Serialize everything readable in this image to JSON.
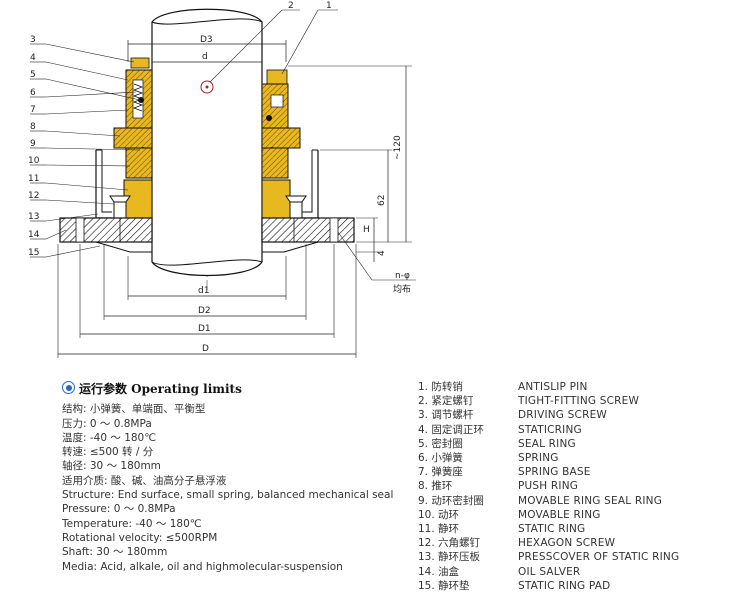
{
  "diagram": {
    "callouts": [
      "1",
      "2",
      "3",
      "4",
      "5",
      "6",
      "7",
      "8",
      "9",
      "10",
      "11",
      "12",
      "13",
      "14",
      "15"
    ],
    "dimensions": {
      "D3": "D3",
      "d": "d",
      "d1": "d1",
      "D2": "D2",
      "D1": "D1",
      "D": "D",
      "length_120": "~120",
      "length_62": "62",
      "H": "H",
      "four": "4",
      "n_phi": "n-φ",
      "even": "均布"
    },
    "colors": {
      "ring": "#e8b820",
      "hatch": "#111111",
      "line": "#1a1a1a"
    }
  },
  "operating": {
    "title": "运行参数 Operating limits",
    "lines": [
      "结构: 小弹簧、单端面、平衡型",
      "压力: 0 ～ 0.8MPa",
      "温度: -40 ～ 180℃",
      "转速: ≤500 转 / 分",
      "轴径: 30 ～ 180mm",
      "适用介质: 酸、碱、油高分子悬浮液",
      "Structure: End surface, small spring, balanced mechanical seal",
      "Pressure: 0 ～ 0.8MPa",
      "Temperature: -40 ～ 180℃",
      "Rotational velocity: ≤500RPM",
      "Shaft: 30 ～ 180mm",
      "Media: Acid, alkale, oil and highmolecular-suspension"
    ]
  },
  "parts": [
    {
      "no": "1.",
      "cn": "防转销",
      "en": "ANTISLIP PIN"
    },
    {
      "no": "2.",
      "cn": "紧定螺钉",
      "en": "TIGHT-FITTING SCREW"
    },
    {
      "no": "3.",
      "cn": "调节螺杆",
      "en": "DRIVING SCREW"
    },
    {
      "no": "4.",
      "cn": "固定调正环",
      "en": "STATICRING"
    },
    {
      "no": "5.",
      "cn": "密封圈",
      "en": "SEAL RING"
    },
    {
      "no": "6.",
      "cn": "小弹簧",
      "en": "SPRING"
    },
    {
      "no": "7.",
      "cn": "弹簧座",
      "en": "SPRING BASE"
    },
    {
      "no": "8.",
      "cn": "推环",
      "en": "PUSH RING"
    },
    {
      "no": "9.",
      "cn": "动环密封圈",
      "en": "MOVABLE RING SEAL RING"
    },
    {
      "no": "10.",
      "cn": "动环",
      "en": "MOVABLE RING"
    },
    {
      "no": "11.",
      "cn": "静环",
      "en": "STATIC RING"
    },
    {
      "no": "12.",
      "cn": "六角螺钉",
      "en": "HEXAGON SCREW"
    },
    {
      "no": "13.",
      "cn": "静环压板",
      "en": "PRESSCOVER OF STATIC RING"
    },
    {
      "no": "14.",
      "cn": "油盒",
      "en": "OIL SALVER"
    },
    {
      "no": "15.",
      "cn": "静环垫",
      "en": "STATIC RING PAD"
    }
  ]
}
